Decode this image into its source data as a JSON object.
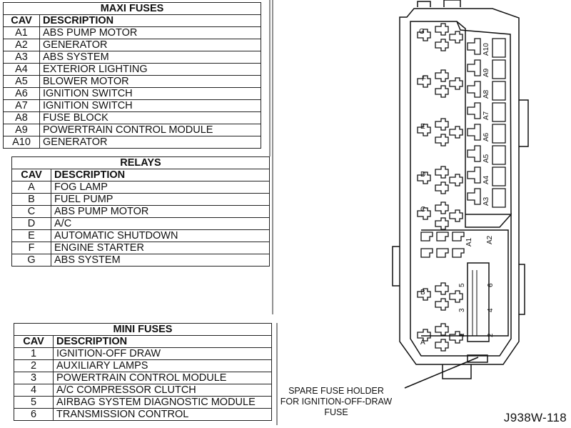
{
  "maxi": {
    "title": "MAXI FUSES",
    "col_cav": "CAV",
    "col_desc": "DESCRIPTION",
    "rows": [
      {
        "cav": "A1",
        "desc": "ABS PUMP MOTOR"
      },
      {
        "cav": "A2",
        "desc": "GENERATOR"
      },
      {
        "cav": "A3",
        "desc": "ABS SYSTEM"
      },
      {
        "cav": "A4",
        "desc": "EXTERIOR LIGHTING"
      },
      {
        "cav": "A5",
        "desc": "BLOWER MOTOR"
      },
      {
        "cav": "A6",
        "desc": "IGNITION SWITCH"
      },
      {
        "cav": "A7",
        "desc": "IGNITION SWITCH"
      },
      {
        "cav": "A8",
        "desc": "FUSE BLOCK"
      },
      {
        "cav": "A9",
        "desc": "POWERTRAIN CONTROL MODULE"
      },
      {
        "cav": "A10",
        "desc": "GENERATOR"
      }
    ]
  },
  "relays": {
    "title": "RELAYS",
    "col_cav": "CAV",
    "col_desc": "DESCRIPTION",
    "rows": [
      {
        "cav": "A",
        "desc": "FOG LAMP"
      },
      {
        "cav": "B",
        "desc": "FUEL PUMP"
      },
      {
        "cav": "C",
        "desc": "ABS PUMP MOTOR"
      },
      {
        "cav": "D",
        "desc": "A/C"
      },
      {
        "cav": "E",
        "desc": "AUTOMATIC SHUTDOWN"
      },
      {
        "cav": "F",
        "desc": "ENGINE STARTER"
      },
      {
        "cav": "G",
        "desc": "ABS SYSTEM"
      }
    ]
  },
  "mini": {
    "title": "MINI FUSES",
    "col_cav": "CAV",
    "col_desc": "DESCRIPTION",
    "rows": [
      {
        "cav": "1",
        "desc": "IGNITION-OFF DRAW"
      },
      {
        "cav": "2",
        "desc": "AUXILIARY LAMPS"
      },
      {
        "cav": "3",
        "desc": "POWERTRAIN CONTROL MODULE"
      },
      {
        "cav": "4",
        "desc": "A/C COMPRESSOR CLUTCH"
      },
      {
        "cav": "5",
        "desc": "AIRBAG SYSTEM DIAGNOSTIC MODULE"
      },
      {
        "cav": "6",
        "desc": "TRANSMISSION CONTROL"
      }
    ]
  },
  "diagram": {
    "relay_labels": [
      "G",
      "F",
      "E",
      "D",
      "C",
      "B",
      "A"
    ],
    "maxi_labels": [
      "A10",
      "A9",
      "A8",
      "A7",
      "A6",
      "A5",
      "A4",
      "A3"
    ],
    "maxi_lower_labels": [
      "A1",
      "A2"
    ],
    "mini_labels": [
      "5",
      "6",
      "3",
      "4",
      "1",
      "2"
    ],
    "callout": [
      "SPARE FUSE HOLDER",
      "FOR IGNITION-OFF-DRAW",
      "FUSE"
    ]
  },
  "figure_id": "J938W-118"
}
